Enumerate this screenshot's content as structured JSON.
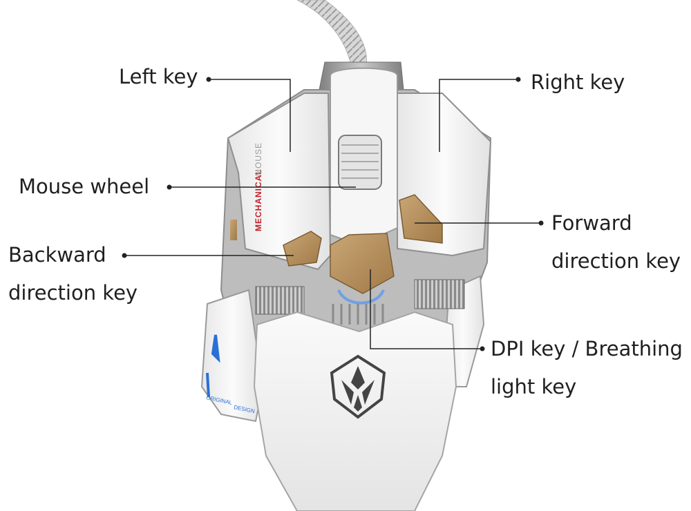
{
  "labels": {
    "left_key": "Left key",
    "right_key": "Right key",
    "mouse_wheel": "Mouse wheel",
    "forward": {
      "line1": "Forward",
      "line2": "direction key"
    },
    "backward": {
      "line1": "Backward",
      "line2": "direction key"
    },
    "dpi": {
      "line1": "DPI key / Breathing",
      "line2": "light key"
    }
  },
  "mouse_text": {
    "side_vertical_1": "MECHANICAL",
    "side_vertical_2": "MOUSE",
    "side_badge_1": "ORIGINAL",
    "side_badge_2": "DESIGN"
  },
  "colors": {
    "shell": "#f4f4f4",
    "shell_shade": "#d9d9d9",
    "metal": "#9a9a9a",
    "gold_button": "#b8915e",
    "accent_red": "#c0202a",
    "accent_blue": "#2a6fd6",
    "text": "#1f1f1f",
    "leader_line": "#222222"
  }
}
